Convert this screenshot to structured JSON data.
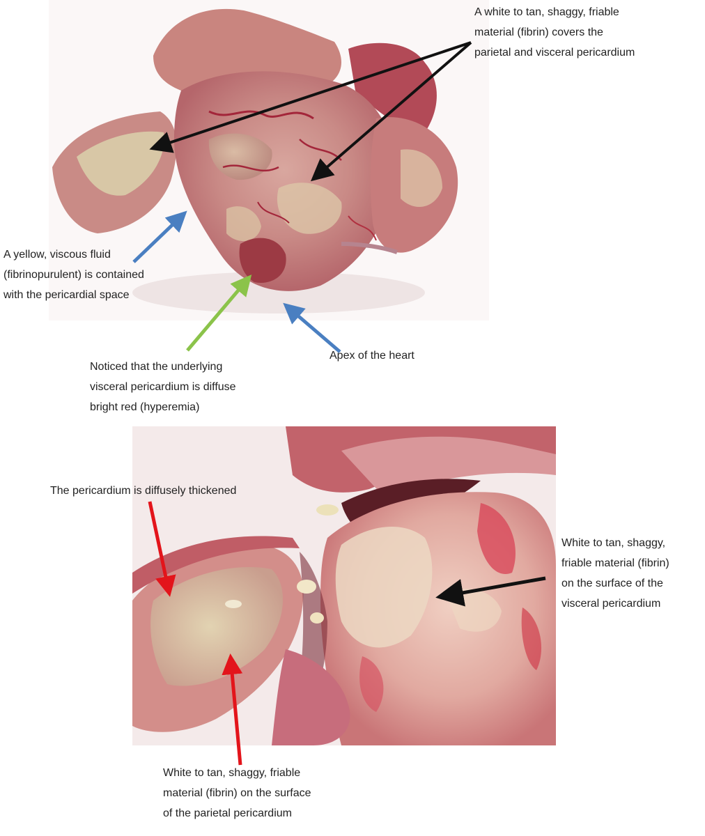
{
  "captions": {
    "fibrin_top": [
      "A white to tan, shaggy, friable",
      "material (fibrin) covers the",
      "parietal and visceral pericardium"
    ],
    "fluid": [
      "A yellow, viscous fluid",
      "(fibrinopurulent) is contained",
      "with the pericardial space"
    ],
    "hyperemia": [
      "Noticed that the underlying",
      "visceral pericardium is diffuse",
      "bright red (hyperemia)"
    ],
    "apex": "Apex of the heart",
    "thickened": "The pericardium is diffusely thickened",
    "fibrin_visceral": [
      "White to tan, shaggy,",
      "friable material (fibrin)",
      "on the surface of the",
      "visceral pericardium"
    ],
    "fibrin_parietal": [
      "White to tan, shaggy, friable",
      "material (fibrin) on the surface",
      "of the parietal pericardium"
    ]
  },
  "arrow_colors": {
    "black": "#111111",
    "blue": "#4a7fc1",
    "green": "#8bc34a",
    "red": "#e3141b"
  }
}
